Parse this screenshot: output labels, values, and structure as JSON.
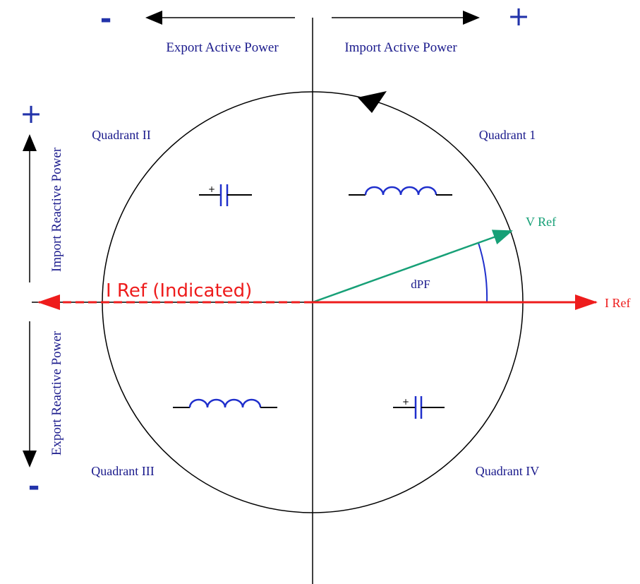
{
  "colors": {
    "axis": "#000000",
    "label_blue": "#1a1a8c",
    "sign_blue": "#2233aa",
    "component_blue": "#1f2fcc",
    "v_ref_green": "#17a077",
    "i_ref_red": "#ee1c1c",
    "angle_arc_blue": "#1f2fcc"
  },
  "active_power": {
    "export_label": "Export Active Power",
    "import_label": "Import Active Power",
    "negative_sign": "-",
    "positive_sign": "+"
  },
  "reactive_power": {
    "import_label": "Import Reactive Power",
    "export_label": "Export Reactive Power",
    "positive_sign": "+",
    "negative_sign": "-"
  },
  "quadrants": {
    "q1": "Quadrant 1",
    "q2": "Quadrant II",
    "q3": "Quadrant III",
    "q4": "Quadrant IV"
  },
  "vectors": {
    "v_ref_label": "V Ref",
    "i_ref_label": "I Ref",
    "i_ref_indicated_label": "I Ref (Indicated)",
    "angle_label": "dPF"
  },
  "components": {
    "capacitor_plus": "+",
    "q1_component": "inductor",
    "q2_component": "capacitor",
    "q3_component": "inductor",
    "q4_component": "capacitor"
  }
}
